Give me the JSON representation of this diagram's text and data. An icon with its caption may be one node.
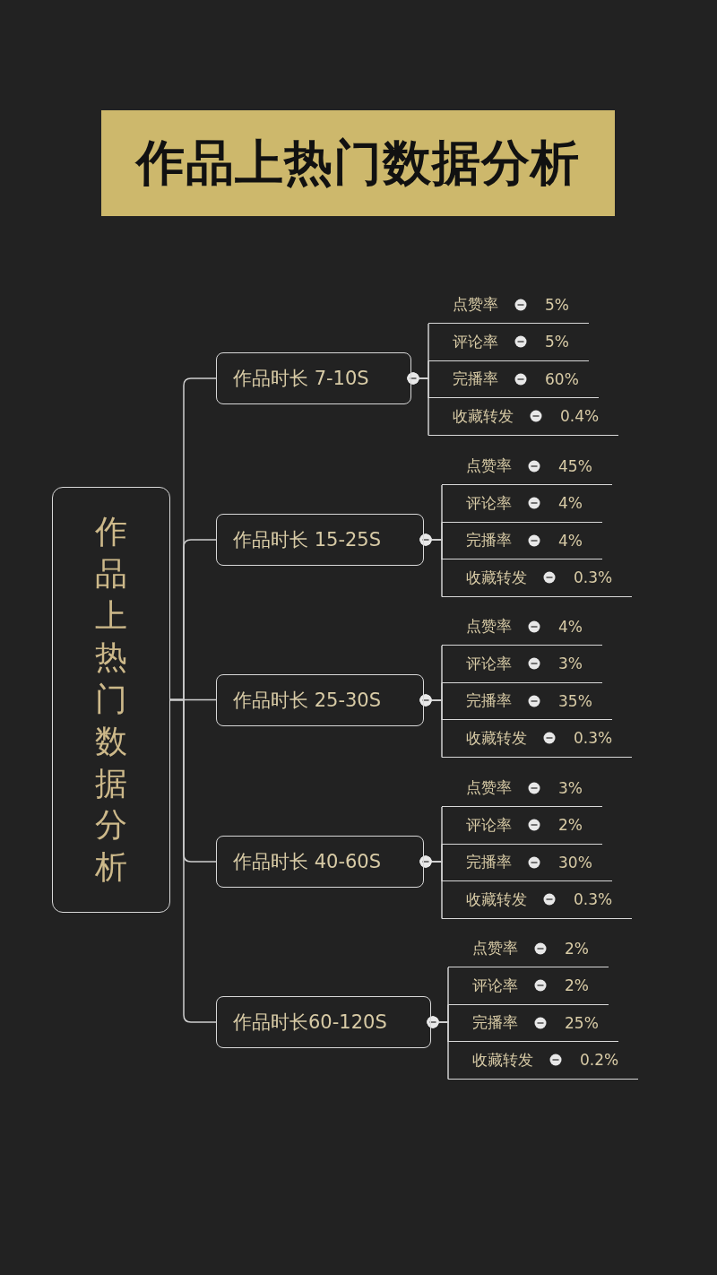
{
  "diagram": {
    "title": "作品上热门数据分析",
    "nodes": [
      {
        "text": [
          "作品上热门数据分析"
        ]
      },
      {
        "text": [
          "作品时长 7-10S"
        ]
      },
      {
        "text": [
          "点赞率",
          "5%"
        ]
      },
      {
        "text": [
          "评论率",
          "5%"
        ]
      },
      {
        "text": [
          "完播率",
          "60%"
        ]
      },
      {
        "text": [
          "收藏转发",
          "0.4%"
        ]
      },
      {
        "text": [
          "作品时长 15-25S"
        ]
      },
      {
        "text": [
          "点赞率",
          "45%"
        ]
      },
      {
        "text": [
          "评论率",
          "4%"
        ]
      },
      {
        "text": [
          "完播率",
          "4%"
        ]
      },
      {
        "text": [
          "收藏转发",
          "0.3%"
        ]
      },
      {
        "text": [
          "作品时长 25-30S"
        ]
      },
      {
        "text": [
          "点赞率",
          "4%"
        ]
      },
      {
        "text": [
          "评论率",
          "3%"
        ]
      },
      {
        "text": [
          "完播率",
          "35%"
        ]
      },
      {
        "text": [
          "收藏转发",
          "0.3%"
        ]
      },
      {
        "text": [
          "作品时长 40-60S"
        ]
      },
      {
        "text": [
          "点赞率",
          "3%"
        ]
      },
      {
        "text": [
          "评论率",
          "2%"
        ]
      },
      {
        "text": [
          "完播率",
          "30%"
        ]
      },
      {
        "text": [
          "收藏转发",
          "0.3%"
        ]
      },
      {
        "text": [
          "作品时长60-120S"
        ]
      },
      {
        "text": [
          "点赞率",
          "2%"
        ]
      },
      {
        "text": [
          "评论率",
          "2%"
        ]
      },
      {
        "text": [
          "完播率",
          "25%"
        ]
      },
      {
        "text": [
          "收藏转发",
          "0.2%"
        ]
      }
    ],
    "edges": [
      {
        "from": 0,
        "to": 1,
        "arrow": "none"
      },
      {
        "from": 0,
        "to": 6,
        "arrow": "none"
      },
      {
        "from": 0,
        "to": 11,
        "arrow": "none"
      },
      {
        "from": 0,
        "to": 16,
        "arrow": "none"
      },
      {
        "from": 0,
        "to": 21,
        "arrow": "none"
      },
      {
        "from": 1,
        "to": 2,
        "arrow": "other"
      },
      {
        "from": 1,
        "to": 3,
        "arrow": "other"
      },
      {
        "from": 1,
        "to": 4,
        "arrow": "other"
      },
      {
        "from": 1,
        "to": 5,
        "arrow": "other"
      },
      {
        "from": 6,
        "to": 7,
        "arrow": "other"
      },
      {
        "from": 6,
        "to": 8,
        "arrow": "other"
      },
      {
        "from": 6,
        "to": 9,
        "arrow": "other"
      },
      {
        "from": 6,
        "to": 10,
        "arrow": "other"
      },
      {
        "from": 11,
        "to": 12,
        "arrow": "other"
      },
      {
        "from": 11,
        "to": 13,
        "arrow": "other"
      },
      {
        "from": 11,
        "to": 14,
        "arrow": "other"
      },
      {
        "from": 11,
        "to": 15,
        "arrow": "other"
      },
      {
        "from": 16,
        "to": 17,
        "arrow": "other"
      },
      {
        "from": 16,
        "to": 18,
        "arrow": "other"
      },
      {
        "from": 16,
        "to": 19,
        "arrow": "other"
      },
      {
        "from": 16,
        "to": 20,
        "arrow": "other"
      },
      {
        "from": 21,
        "to": 22,
        "arrow": "other"
      },
      {
        "from": 21,
        "to": 23,
        "arrow": "other"
      },
      {
        "from": 21,
        "to": 24,
        "arrow": "other"
      },
      {
        "from": 21,
        "to": 25,
        "arrow": "other"
      }
    ]
  }
}
